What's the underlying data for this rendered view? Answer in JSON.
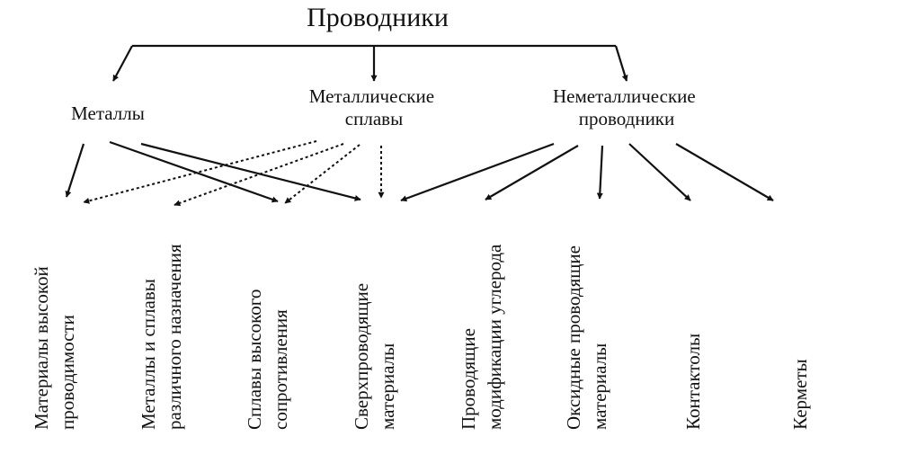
{
  "title": "Проводники",
  "categories": [
    {
      "id": "metals",
      "lines": [
        "Металлы"
      ]
    },
    {
      "id": "alloys",
      "lines": [
        "Металлические",
        "сплавы"
      ]
    },
    {
      "id": "nonmetal",
      "lines": [
        "Неметаллические",
        "проводники"
      ]
    }
  ],
  "leaves": [
    {
      "id": "high-cond",
      "lines": [
        "Материалы высокой",
        "проводимости"
      ]
    },
    {
      "id": "misc-purpose",
      "lines": [
        "Металлы и сплавы",
        "различного назначения"
      ]
    },
    {
      "id": "high-res",
      "lines": [
        "Сплавы высокого",
        "сопротивления"
      ]
    },
    {
      "id": "supercond",
      "lines": [
        "Сверхпроводящие",
        "материалы"
      ]
    },
    {
      "id": "carbon",
      "lines": [
        "Проводящие",
        "модификации углерода"
      ]
    },
    {
      "id": "oxide",
      "lines": [
        "Оксидные проводящие",
        "материалы"
      ]
    },
    {
      "id": "contactols",
      "lines": [
        "Контактолы"
      ]
    },
    {
      "id": "cermets",
      "lines": [
        "Керметы"
      ]
    }
  ]
}
